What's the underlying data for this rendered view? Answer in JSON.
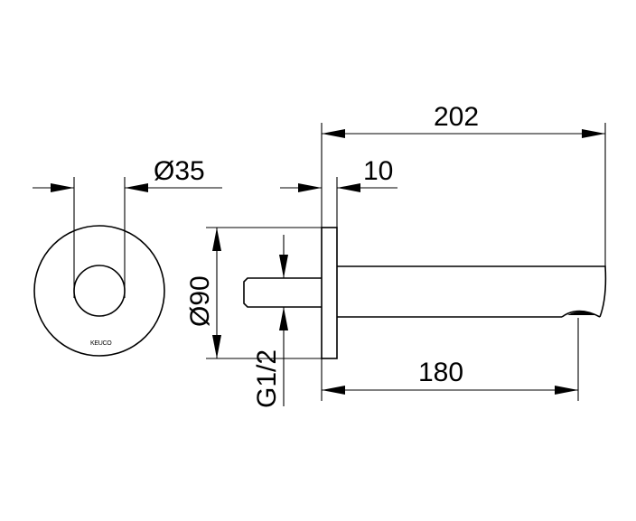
{
  "dimensions": {
    "overall_length": "202",
    "flange_thickness": "10",
    "rosette_inner_diameter": "Ø35",
    "rosette_outer_diameter": "Ø90",
    "thread": "G1/2",
    "spout_projection": "180"
  },
  "rosette": {
    "brand_mark": "KEUCO"
  }
}
